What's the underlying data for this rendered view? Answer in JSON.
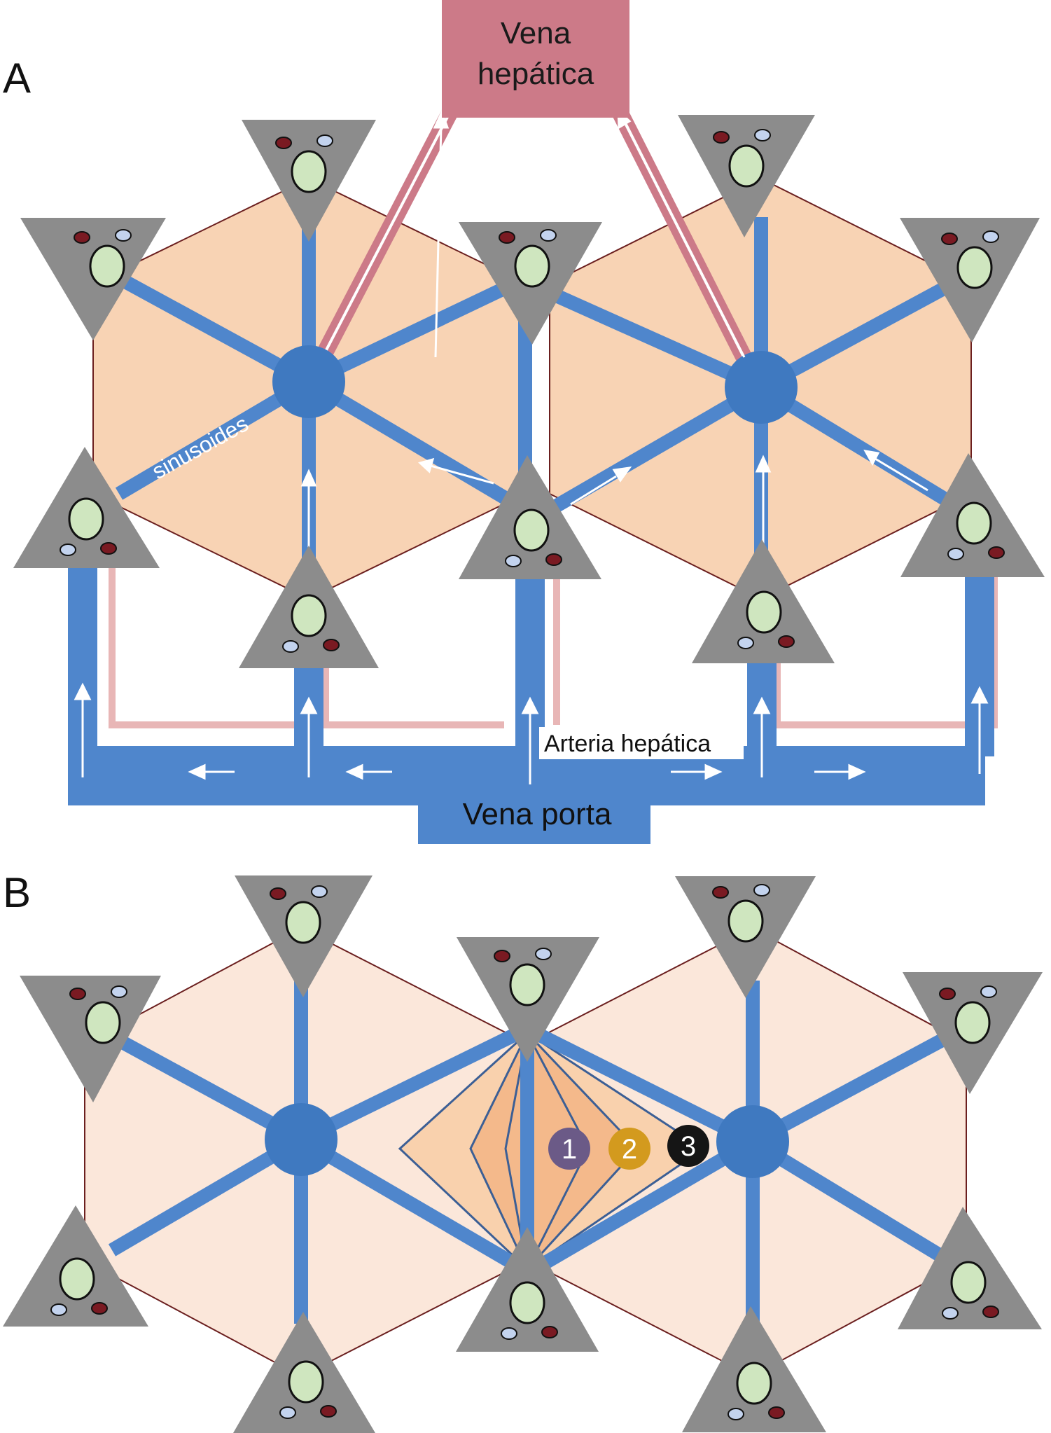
{
  "panel_a": {
    "label": "A",
    "hepatic_vein_label_line1": "Vena",
    "hepatic_vein_label_line2": "hepática",
    "sinusoid_label": "sinusoides",
    "hepatic_artery_label": "Arteria hepática",
    "portal_vein_label": "Vena porta"
  },
  "panel_b": {
    "label": "B",
    "zones": [
      {
        "label": "1",
        "color": "#6b5a87"
      },
      {
        "label": "2",
        "color": "#d39a1e"
      },
      {
        "label": "3",
        "color": "#151515"
      }
    ]
  },
  "colors": {
    "lobule_a": "#f8d3b4",
    "lobule_b": "#fbe7da",
    "zone_fill": "#f4b98b",
    "vessel_blue": "#4f86cc",
    "central_vein": "#3f79c0",
    "hepatic_vein": "#cc7a88",
    "artery_pink": "#e8b6b6",
    "triad_gray": "#8c8c8c",
    "bile_duct_green": "#cfe6bf",
    "artery_dot": "#7a1a22",
    "vein_dot": "#c3d3ee",
    "outline": "#6b1f1f"
  }
}
